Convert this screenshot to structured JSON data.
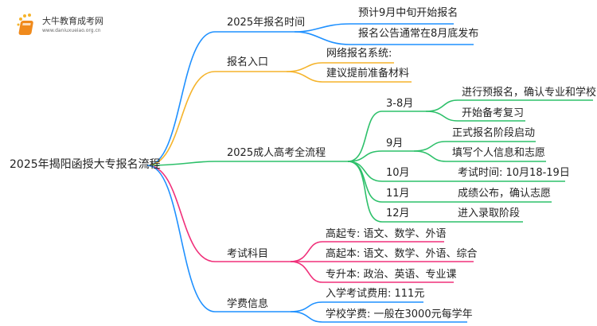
{
  "logo": {
    "name": "大牛教育成考网",
    "url": "www.daniuxueiao.org.cn"
  },
  "colors": {
    "blue": "#1E90FF",
    "orange": "#F5B42C",
    "green": "#2DC06A",
    "pink": "#F0307A"
  },
  "root": "2025年揭阳函授大专报名流程",
  "branches": [
    {
      "label": "2025年报名时间",
      "children": [
        "预计9月中旬开始报名",
        "报名公告通常在8月底发布"
      ]
    },
    {
      "label": "报名入口",
      "children": [
        "网络报名系统:",
        "建议提前准备材料"
      ]
    },
    {
      "label": "2025成人高考全流程",
      "children": [
        {
          "label": "3-8月",
          "children": [
            "进行预报名，确认专业和学校",
            "开始备考复习"
          ]
        },
        {
          "label": "9月",
          "children": [
            "正式报名阶段启动",
            "填写个人信息和志愿"
          ]
        },
        {
          "label": "10月",
          "children": [
            "考试时间: 10月18-19日"
          ]
        },
        {
          "label": "11月",
          "children": [
            "成绩公布，确认志愿"
          ]
        },
        {
          "label": "12月",
          "children": [
            "进入录取阶段"
          ]
        }
      ]
    },
    {
      "label": "考试科目",
      "children": [
        "高起专: 语文、数学、外语",
        "高起本: 语文、数学、外语、综合",
        "专升本: 政治、英语、专业课"
      ]
    },
    {
      "label": "学费信息",
      "children": [
        "入学考试费用: 111元",
        "学校学费: 一般在3000元每学年"
      ]
    }
  ]
}
